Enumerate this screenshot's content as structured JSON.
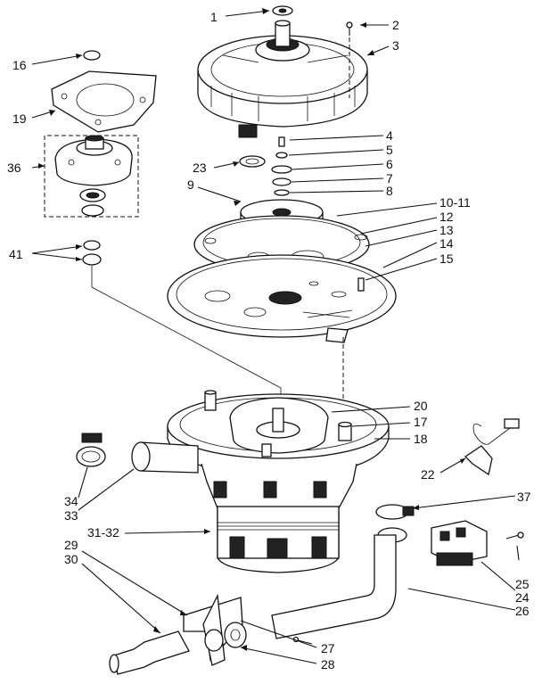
{
  "diagram": {
    "labels": [
      {
        "id": "l1",
        "text": "1"
      },
      {
        "id": "l2",
        "text": "2"
      },
      {
        "id": "l3",
        "text": "3"
      },
      {
        "id": "l4",
        "text": "4"
      },
      {
        "id": "l5",
        "text": "5"
      },
      {
        "id": "l6",
        "text": "6"
      },
      {
        "id": "l7",
        "text": "7"
      },
      {
        "id": "l8",
        "text": "8"
      },
      {
        "id": "l9",
        "text": "9"
      },
      {
        "id": "l10",
        "text": "10-11"
      },
      {
        "id": "l12",
        "text": "12"
      },
      {
        "id": "l13",
        "text": "13"
      },
      {
        "id": "l14",
        "text": "14"
      },
      {
        "id": "l15",
        "text": "15"
      },
      {
        "id": "l16",
        "text": "16"
      },
      {
        "id": "l17",
        "text": "17"
      },
      {
        "id": "l18",
        "text": "18"
      },
      {
        "id": "l19",
        "text": "19"
      },
      {
        "id": "l20",
        "text": "20"
      },
      {
        "id": "l22",
        "text": "22"
      },
      {
        "id": "l23",
        "text": "23"
      },
      {
        "id": "l24",
        "text": "24"
      },
      {
        "id": "l25",
        "text": "25"
      },
      {
        "id": "l26",
        "text": "26"
      },
      {
        "id": "l27",
        "text": "27"
      },
      {
        "id": "l28",
        "text": "28"
      },
      {
        "id": "l29",
        "text": "29"
      },
      {
        "id": "l30",
        "text": "30"
      },
      {
        "id": "l31",
        "text": "31-32"
      },
      {
        "id": "l33",
        "text": "33"
      },
      {
        "id": "l34",
        "text": "34"
      },
      {
        "id": "l36",
        "text": "36"
      },
      {
        "id": "l37",
        "text": "37"
      },
      {
        "id": "l41",
        "text": "41"
      }
    ]
  }
}
